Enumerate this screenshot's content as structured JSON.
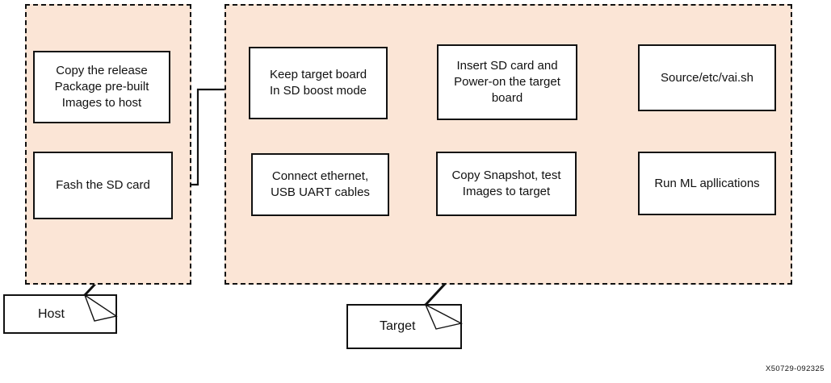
{
  "diagram": {
    "title_watermark": "X50729-092325",
    "colors": {
      "region_fill": "#fbe5d6",
      "region_border": "#111111",
      "node_fill": "#ffffff",
      "node_border": "#111111",
      "connector": "#111111",
      "text": "#111111",
      "page_background": "#ffffff"
    },
    "regions": [
      {
        "id": "host",
        "label": "Host"
      },
      {
        "id": "target",
        "label": "Target"
      }
    ],
    "nodes": [
      {
        "id": "copy-release",
        "region": "host",
        "text": "Copy the release\nPackage pre-built\nImages to host"
      },
      {
        "id": "flash-sd",
        "region": "host",
        "text": "Fash the SD card"
      },
      {
        "id": "keep-board",
        "region": "target",
        "text": "Keep target board\nIn SD boost mode"
      },
      {
        "id": "connect-eth",
        "region": "target",
        "text": "Connect ethernet,\nUSB UART cables"
      },
      {
        "id": "insert-sd",
        "region": "target",
        "text": "Insert SD card and\nPower-on the target\nboard"
      },
      {
        "id": "copy-snap",
        "region": "target",
        "text": "Copy Snapshot, test\nImages to target"
      },
      {
        "id": "source-vai",
        "region": "target",
        "text": "Source/etc/vai.sh"
      },
      {
        "id": "run-ml",
        "region": "target",
        "text": "Run ML apllications"
      }
    ],
    "edges": [
      {
        "from": "copy-release",
        "to": "flash-sd",
        "kind": "straight-down"
      },
      {
        "from": "flash-sd",
        "to": "keep-board",
        "kind": "right-up-right"
      },
      {
        "from": "keep-board",
        "to": "connect-eth",
        "kind": "straight-down"
      },
      {
        "from": "connect-eth",
        "to": "insert-sd",
        "kind": "right-up-right"
      },
      {
        "from": "insert-sd",
        "to": "copy-snap",
        "kind": "straight-down"
      },
      {
        "from": "copy-snap",
        "to": "source-vai",
        "kind": "right-up-right"
      },
      {
        "from": "source-vai",
        "to": "run-ml",
        "kind": "straight-down"
      }
    ]
  }
}
